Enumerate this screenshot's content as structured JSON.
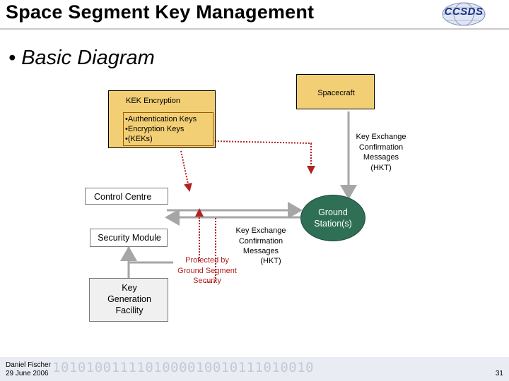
{
  "header": {
    "title": "Space Segment Key Management",
    "logo_text": "CCSDS"
  },
  "bullet": "• Basic Diagram",
  "diagram": {
    "kek_box": {
      "title": "KEK Encryption",
      "items": [
        "•Authentication Keys",
        "•Encryption Keys",
        "•(KEKs)"
      ]
    },
    "spacecraft_label": "Spacecraft",
    "control_centre_label": "Control Centre",
    "security_module_label": "Security Module",
    "key_generation_label": [
      "Key",
      "Generation",
      "Facility"
    ],
    "ground_station_label": [
      "Ground",
      "Station(s)"
    ],
    "hkt_right_label": [
      "Key Exchange",
      "Confirmation",
      "Messages",
      "(HKT)"
    ],
    "hkt_middle_label": [
      "Key Exchange",
      "Confirmation",
      "Messages",
      "(HKT)"
    ],
    "protected_label": [
      "Protected by",
      "Ground Segment",
      "Security"
    ]
  },
  "footer": {
    "author": "Daniel Fischer",
    "date": "29 June 2006",
    "page_number": "31",
    "binary_text": "1010100111101000010010111010010"
  },
  "colors": {
    "kek_fill": "#f2cf74",
    "spacecraft_fill": "#f2cf74",
    "ground_station_fill": "#2e6f55",
    "control_centre_fill": "#ffffff",
    "key_gen_fill": "#f0f0f0",
    "arrow_grey": "#a6a6a6",
    "arrow_red": "#b22222"
  }
}
